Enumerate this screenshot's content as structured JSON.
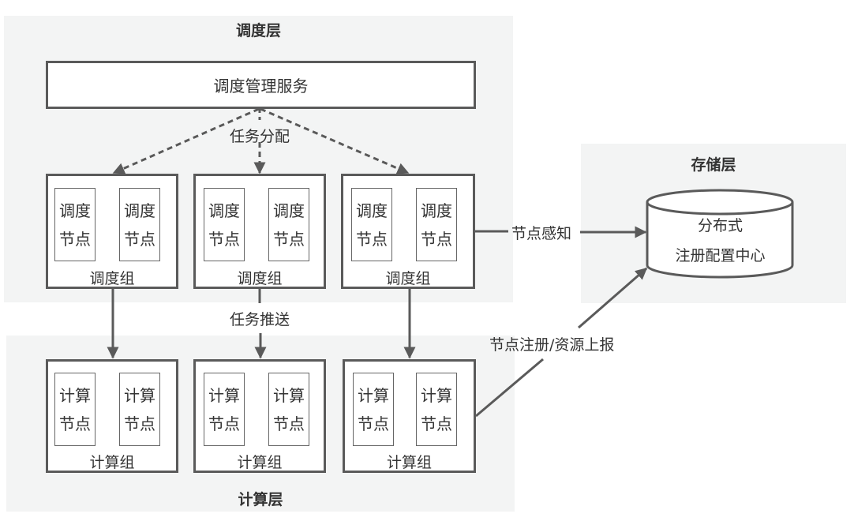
{
  "layers": {
    "scheduling": {
      "title": "调度层",
      "service": "调度管理服务",
      "groups": [
        {
          "label": "调度组",
          "nodes": [
            [
              "调度",
              "节点"
            ],
            [
              "调度",
              "节点"
            ]
          ]
        },
        {
          "label": "调度组",
          "nodes": [
            [
              "调度",
              "节点"
            ],
            [
              "调度",
              "节点"
            ]
          ]
        },
        {
          "label": "调度组",
          "nodes": [
            [
              "调度",
              "节点"
            ],
            [
              "调度",
              "节点"
            ]
          ]
        }
      ]
    },
    "compute": {
      "title": "计算层",
      "groups": [
        {
          "label": "计算组",
          "nodes": [
            [
              "计算",
              "节点"
            ],
            [
              "计算",
              "节点"
            ]
          ]
        },
        {
          "label": "计算组",
          "nodes": [
            [
              "计算",
              "节点"
            ],
            [
              "计算",
              "节点"
            ]
          ]
        },
        {
          "label": "计算组",
          "nodes": [
            [
              "计算",
              "节点"
            ],
            [
              "计算",
              "节点"
            ]
          ]
        }
      ]
    },
    "storage": {
      "title": "存储层",
      "store": [
        "分布式",
        "注册配置中心"
      ]
    }
  },
  "edges": {
    "task_assign": "任务分配",
    "task_push": "任务推送",
    "node_sense": "节点感知",
    "node_register": "节点注册/资源上报"
  },
  "colors": {
    "layer_bg": "#f3f4f4",
    "stroke": "#5a5a5a",
    "text": "#333333"
  }
}
